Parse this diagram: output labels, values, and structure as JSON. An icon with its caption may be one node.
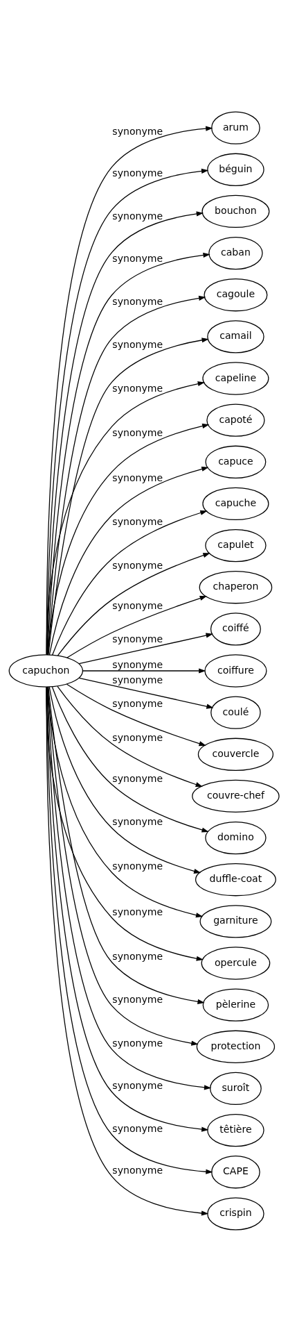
{
  "diagram": {
    "nodes": [
      {
        "text": [
          "capuchon"
        ]
      },
      {
        "text": [
          "arum"
        ]
      },
      {
        "text": [
          "béguin"
        ]
      },
      {
        "text": [
          "bouchon"
        ]
      },
      {
        "text": [
          "caban"
        ]
      },
      {
        "text": [
          "cagoule"
        ]
      },
      {
        "text": [
          "camail"
        ]
      },
      {
        "text": [
          "capeline"
        ]
      },
      {
        "text": [
          "capoté"
        ]
      },
      {
        "text": [
          "capuce"
        ]
      },
      {
        "text": [
          "capuche"
        ]
      },
      {
        "text": [
          "capulet"
        ]
      },
      {
        "text": [
          "chaperon"
        ]
      },
      {
        "text": [
          "coiffé"
        ]
      },
      {
        "text": [
          "coiffure"
        ]
      },
      {
        "text": [
          "coulé"
        ]
      },
      {
        "text": [
          "couvercle"
        ]
      },
      {
        "text": [
          "couvre-chef"
        ]
      },
      {
        "text": [
          "domino"
        ]
      },
      {
        "text": [
          "duffle-coat"
        ]
      },
      {
        "text": [
          "garniture"
        ]
      },
      {
        "text": [
          "opercule"
        ]
      },
      {
        "text": [
          "pèlerine"
        ]
      },
      {
        "text": [
          "protection"
        ]
      },
      {
        "text": [
          "suroît"
        ]
      },
      {
        "text": [
          "têtière"
        ]
      },
      {
        "text": [
          "CAPE"
        ]
      },
      {
        "text": [
          "crispin"
        ]
      }
    ],
    "edges": [
      {
        "from": 0,
        "to": 1,
        "arrow": "to",
        "label": "synonyme"
      },
      {
        "from": 0,
        "to": 2,
        "arrow": "to",
        "label": "synonyme"
      },
      {
        "from": 0,
        "to": 3,
        "arrow": "to",
        "label": "synonyme"
      },
      {
        "from": 0,
        "to": 4,
        "arrow": "to",
        "label": "synonyme"
      },
      {
        "from": 0,
        "to": 5,
        "arrow": "to",
        "label": "synonyme"
      },
      {
        "from": 0,
        "to": 6,
        "arrow": "to",
        "label": "synonyme"
      },
      {
        "from": 0,
        "to": 7,
        "arrow": "to",
        "label": "synonyme"
      },
      {
        "from": 0,
        "to": 8,
        "arrow": "to",
        "label": "synonyme"
      },
      {
        "from": 0,
        "to": 9,
        "arrow": "to",
        "label": "synonyme"
      },
      {
        "from": 0,
        "to": 10,
        "arrow": "to",
        "label": "synonyme"
      },
      {
        "from": 0,
        "to": 11,
        "arrow": "to",
        "label": "synonyme"
      },
      {
        "from": 0,
        "to": 12,
        "arrow": "to",
        "label": "synonyme"
      },
      {
        "from": 0,
        "to": 13,
        "arrow": "to",
        "label": "synonyme"
      },
      {
        "from": 0,
        "to": 14,
        "arrow": "to",
        "label": "synonyme"
      },
      {
        "from": 0,
        "to": 15,
        "arrow": "to",
        "label": "synonyme"
      },
      {
        "from": 0,
        "to": 16,
        "arrow": "to",
        "label": "synonyme"
      },
      {
        "from": 0,
        "to": 17,
        "arrow": "to",
        "label": "synonyme"
      },
      {
        "from": 0,
        "to": 18,
        "arrow": "to",
        "label": "synonyme"
      },
      {
        "from": 0,
        "to": 19,
        "arrow": "to",
        "label": "synonyme"
      },
      {
        "from": 0,
        "to": 20,
        "arrow": "to",
        "label": "synonyme"
      },
      {
        "from": 0,
        "to": 21,
        "arrow": "to",
        "label": "synonyme"
      },
      {
        "from": 0,
        "to": 22,
        "arrow": "to",
        "label": "synonyme"
      },
      {
        "from": 0,
        "to": 23,
        "arrow": "to",
        "label": "synonyme"
      },
      {
        "from": 0,
        "to": 24,
        "arrow": "to",
        "label": "synonyme"
      },
      {
        "from": 0,
        "to": 25,
        "arrow": "to",
        "label": "synonyme"
      },
      {
        "from": 0,
        "to": 26,
        "arrow": "to",
        "label": "synonyme"
      },
      {
        "from": 0,
        "to": 27,
        "arrow": "to",
        "label": "synonyme"
      }
    ]
  }
}
